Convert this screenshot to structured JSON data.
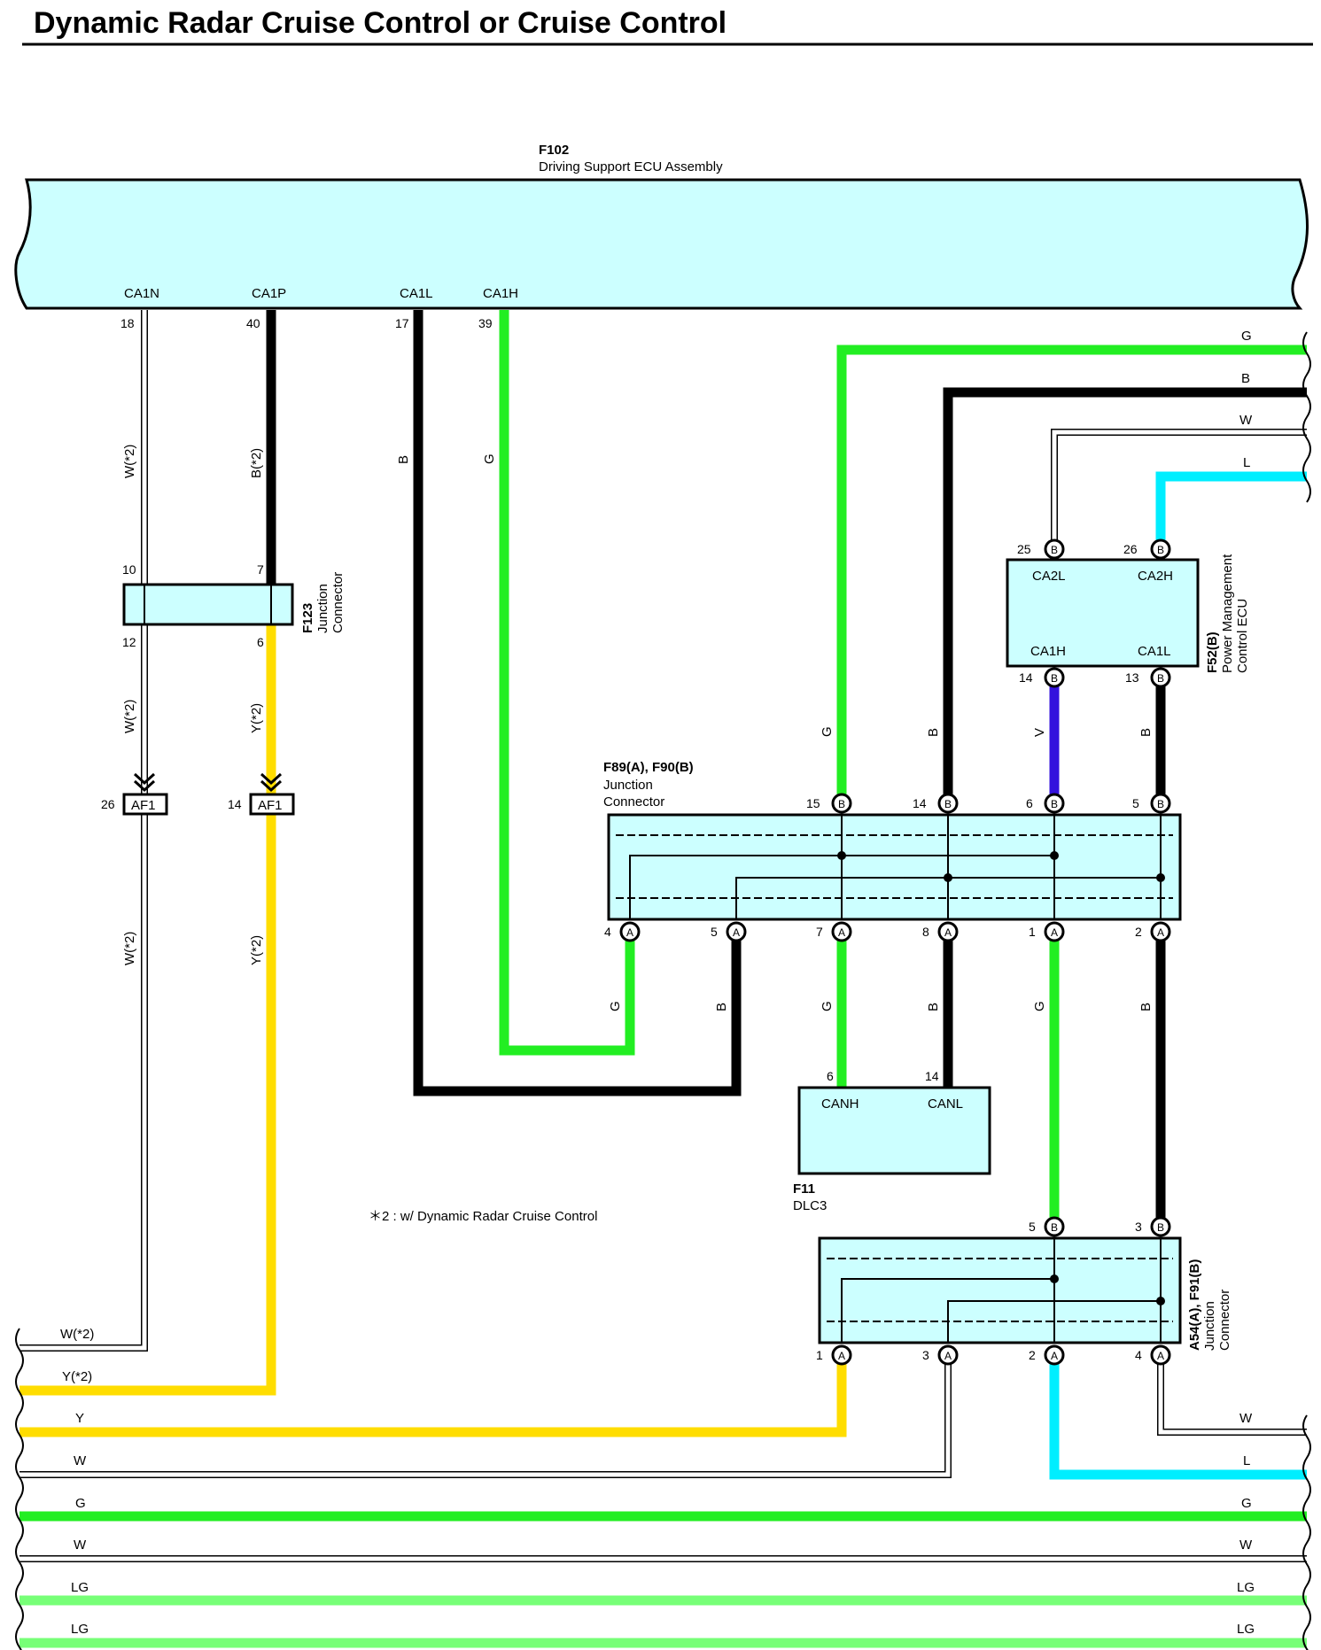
{
  "title": "Dynamic Radar Cruise Control or Cruise Control",
  "ecu": {
    "code": "F102",
    "name": "Driving Support ECU Assembly",
    "terms": [
      "CA1N",
      "CA1P",
      "CA1L",
      "CA1H"
    ],
    "pins": [
      "18",
      "40",
      "17",
      "39"
    ]
  },
  "f123": {
    "code": "F123",
    "name1": "Junction",
    "name2": "Connector",
    "pins": [
      "10",
      "7",
      "12",
      "6"
    ]
  },
  "af1": {
    "name": "AF1",
    "pins": [
      "26",
      "14"
    ]
  },
  "f89": {
    "code": "F89(A), F90(B)",
    "name1": "Junction",
    "name2": "Connector",
    "top_pins": [
      "15",
      "14",
      "6",
      "5"
    ],
    "bottom_pins": [
      "4",
      "5",
      "7",
      "8",
      "1",
      "2"
    ]
  },
  "f52": {
    "code": "F52(B)",
    "name1": "Power Management",
    "name2": "Control ECU",
    "terms": [
      "CA2L",
      "CA2H",
      "CA1H",
      "CA1L"
    ],
    "pins": [
      "25",
      "26",
      "14",
      "13"
    ]
  },
  "f11": {
    "code": "F11",
    "name": "DLC3",
    "terms": [
      "CANH",
      "CANL"
    ],
    "pins": [
      "6",
      "14"
    ]
  },
  "a54": {
    "code": "A54(A), F91(B)",
    "name1": "Junction",
    "name2": "Connector",
    "top_pins": [
      "5",
      "3"
    ],
    "bottom_pins": [
      "1",
      "3",
      "2",
      "4"
    ]
  },
  "letters": {
    "A": "A",
    "B": "B"
  },
  "wire_colors": {
    "W2": "W(*2)",
    "B2": "B(*2)",
    "Y2": "Y(*2)",
    "B": "B",
    "G": "G",
    "W": "W",
    "L": "L",
    "V": "V",
    "Y": "Y",
    "LG": "LG"
  },
  "note": "＊2 : w/ Dynamic Radar Cruise Control",
  "colors": {
    "green": "#22ee22",
    "black": "#000000",
    "yellow": "#ffdd00",
    "cyan": "#00eeff",
    "violet": "#3311dd",
    "lightgreen": "#77ff77",
    "box": "#ccffff"
  }
}
